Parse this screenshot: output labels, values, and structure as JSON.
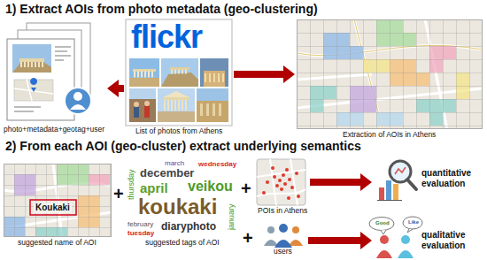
{
  "diagram": {
    "nodes": [
      {
        "text": [
          "photo+metadata+geotag+user"
        ]
      },
      {
        "text": [
          "flickr",
          "List of photos from Athens"
        ]
      },
      {
        "text": [
          "Extraction of AOIs in Athens"
        ]
      },
      {
        "text": [
          "Koukaki",
          "suggested name of AOI"
        ]
      },
      {
        "text": [
          "march",
          "thursday",
          "december",
          "wednesday",
          "veikou",
          "april",
          "koukaki",
          "january",
          "february",
          "tuesday",
          "diaryphoto",
          "suggested tags of AOI"
        ]
      },
      {
        "text": [
          "POIs in Athens"
        ]
      },
      {
        "text": [
          "users"
        ]
      },
      {
        "text": [
          "quantitative evaluation"
        ]
      },
      {
        "text": [
          "Good",
          "Like",
          "qualitative evaluation"
        ]
      }
    ],
    "edges": [
      {
        "from": 1,
        "to": 0,
        "arrow": "to"
      },
      {
        "from": 1,
        "to": 2,
        "arrow": "to"
      },
      {
        "from": 5,
        "to": 7,
        "arrow": "to"
      },
      {
        "from": 6,
        "to": 8,
        "arrow": "to"
      }
    ],
    "labels": [
      "1) Extract AOIs from photo metadata (geo-clustering)",
      "2) From each AOI (geo-cluster) extract underlying semantics",
      "+",
      "+",
      "+"
    ]
  }
}
